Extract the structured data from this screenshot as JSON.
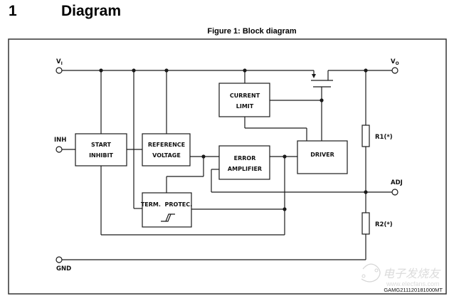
{
  "section": {
    "number": "1",
    "title": "Diagram"
  },
  "figure": {
    "caption": "Figure 1: Block diagram",
    "code": "GAMG211120181000MT"
  },
  "pins": {
    "vi": "V",
    "vi_sub": "I",
    "vo": "V",
    "vo_sub": "O",
    "inh": "INH",
    "gnd": "GND",
    "adj": "ADJ"
  },
  "blocks": {
    "start_inhibit": [
      "START",
      "INHIBIT"
    ],
    "reference_voltage": [
      "REFERENCE",
      "VOLTAGE"
    ],
    "current_limit": [
      "CURRENT",
      "LIMIT"
    ],
    "error_amplifier": [
      "ERROR",
      "AMPLIFIER"
    ],
    "driver": [
      "DRIVER"
    ],
    "term_protec": [
      "TERM.  PROTEC."
    ]
  },
  "resistors": {
    "r1": "R1(*)",
    "r2": "R2(*)"
  },
  "watermark": {
    "text_cn": "电子发烧友",
    "url": "www.elecfans.com"
  },
  "colors": {
    "line": "#1a1a1a",
    "frame": "#333333",
    "background": "#ffffff"
  }
}
